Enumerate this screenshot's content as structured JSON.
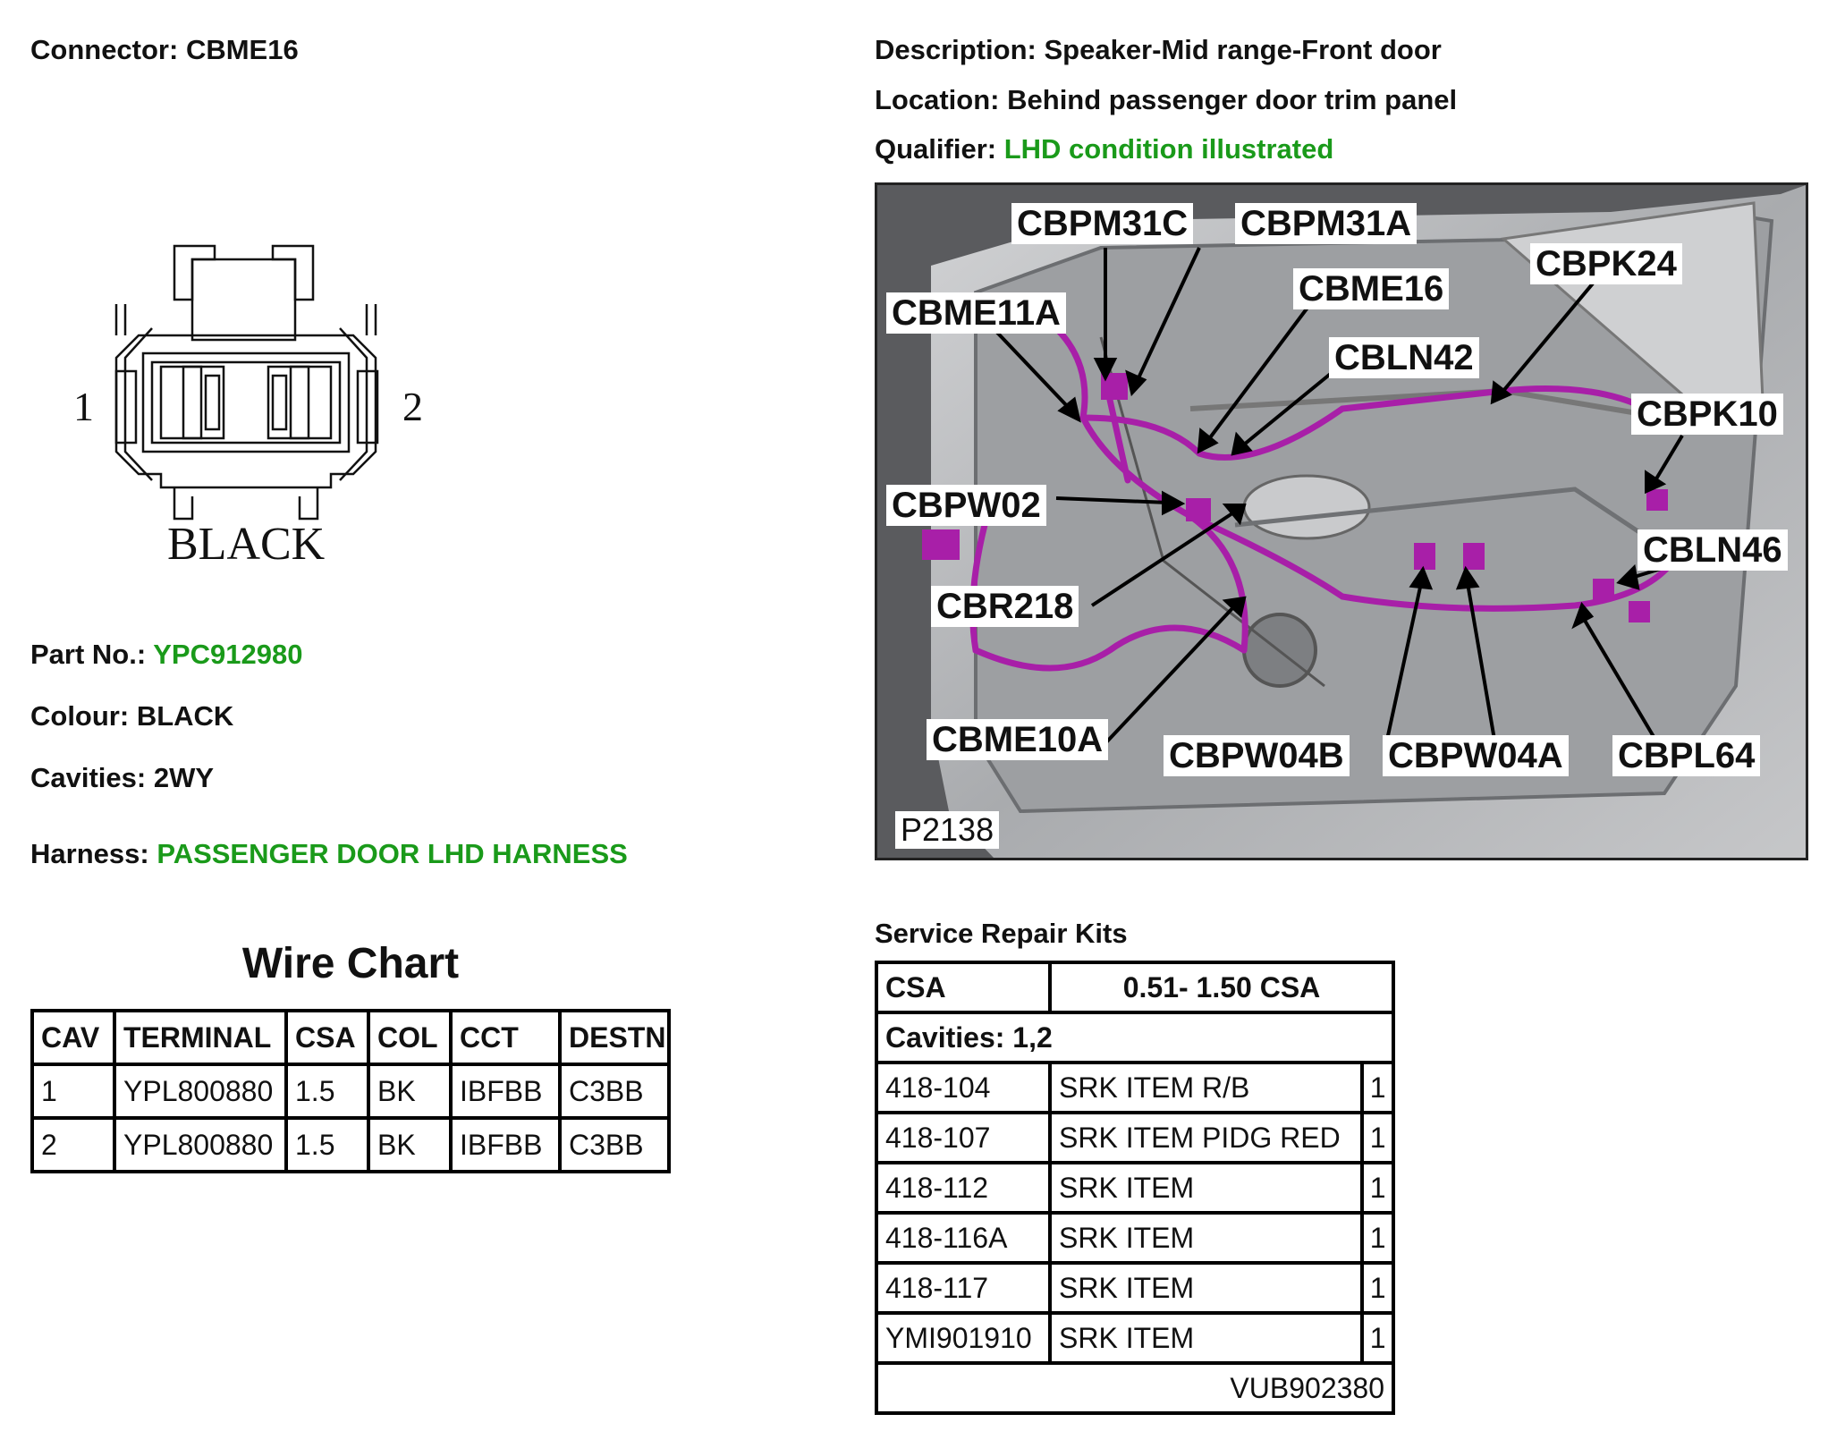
{
  "connector": {
    "label": "Connector:",
    "value": "CBME16"
  },
  "description": {
    "label": "Description:",
    "value": "Speaker-Mid range-Front door"
  },
  "location": {
    "label": "Location:",
    "value": "Behind passenger door trim panel"
  },
  "qualifier": {
    "label": "Qualifier:",
    "value": "LHD condition illustrated"
  },
  "drawing": {
    "pin_left": "1",
    "pin_right": "2",
    "colour_caption": "BLACK"
  },
  "part_no": {
    "label": "Part No.:",
    "value": "YPC912980"
  },
  "colour": {
    "label": "Colour:",
    "value": "BLACK"
  },
  "cavities": {
    "label": "Cavities:",
    "value": "2WY"
  },
  "harness": {
    "label": "Harness:",
    "value": "PASSENGER DOOR LHD HARNESS"
  },
  "wire_chart": {
    "title": "Wire Chart",
    "headers": [
      "CAV",
      "TERMINAL",
      "CSA",
      "COL",
      "CCT",
      "DESTN"
    ],
    "rows": [
      [
        "1",
        "YPL800880",
        "1.5",
        "BK",
        "IBFBB",
        "C3BB"
      ],
      [
        "2",
        "YPL800880",
        "1.5",
        "BK",
        "IBFBB",
        "C3BB"
      ]
    ]
  },
  "photo": {
    "code": "P2138",
    "callouts": [
      "CBPM31C",
      "CBPM31A",
      "CBME16",
      "CBPK24",
      "CBME11A",
      "CBLN42",
      "CBPK10",
      "CBPW02",
      "CBLN46",
      "CBR218",
      "CBME10A",
      "CBPW04B",
      "CBPW04A",
      "CBPL64"
    ]
  },
  "service_repair_kits": {
    "title": "Service Repair Kits",
    "csa_label": "CSA",
    "csa_value": "0.51- 1.50 CSA",
    "cavities": "Cavities: 1,2",
    "items": [
      [
        "418-104",
        "SRK ITEM R/B",
        "1"
      ],
      [
        "418-107",
        "SRK ITEM PIDG RED",
        "1"
      ],
      [
        "418-112",
        "SRK ITEM",
        "1"
      ],
      [
        "418-116A",
        "SRK ITEM",
        "1"
      ],
      [
        "418-117",
        "SRK ITEM",
        "1"
      ],
      [
        "YMI901910",
        "SRK ITEM",
        "1"
      ]
    ],
    "footer": "VUB902380"
  },
  "colors": {
    "accent_green": "#1a9a1a",
    "harness_magenta": "#a81fa8"
  }
}
